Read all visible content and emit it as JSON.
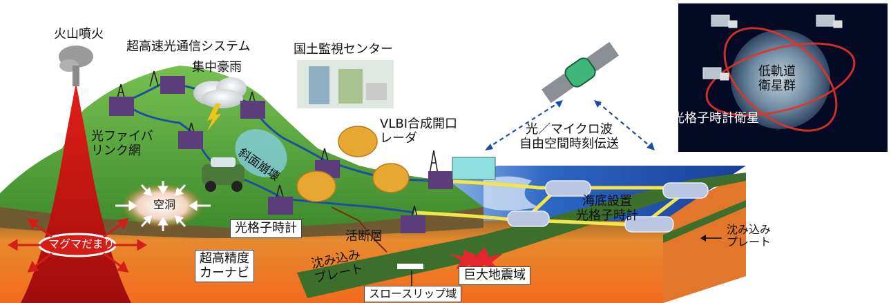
{
  "labels": {
    "volcano": "火山噴火",
    "optical_network": "超高速光通信システム",
    "heavy_rain": "集中豪雨",
    "monitoring_center": "国土監視センター",
    "fiber_link": "光ファイバ\nリンク網",
    "landslide": "斜面崩壊",
    "cavity": "空洞",
    "magma": "マグマだまり",
    "car_navi": "超高精度\nカーナビ",
    "optical_clock": "光格子時計",
    "active_fault": "活断層",
    "vlbi": "VLBI合成開口\nレーダ",
    "free_space": "光／マイクロ波\n自由空間時刻伝送",
    "leo": "低軌道\n衛星群",
    "clock_satellite": "光格子時計衛星",
    "seafloor_clock": "海底設置\n光格子時計",
    "sinking_plate_right": "沈み込み\nプレート",
    "sinking_plate_left": "沈み込み\nプレート",
    "megaquake": "巨大地震域",
    "slow_slip": "スロースリップ域"
  },
  "colors": {
    "grass": "#4f9a3a",
    "earth": "#e2762a",
    "sea": "#1f56b8",
    "magma": "#d41d16",
    "fiber": "#1c4fa0",
    "seafiber": "#f4e64a",
    "space": "#0a0a2a",
    "arrow": "#1a4fa0"
  }
}
